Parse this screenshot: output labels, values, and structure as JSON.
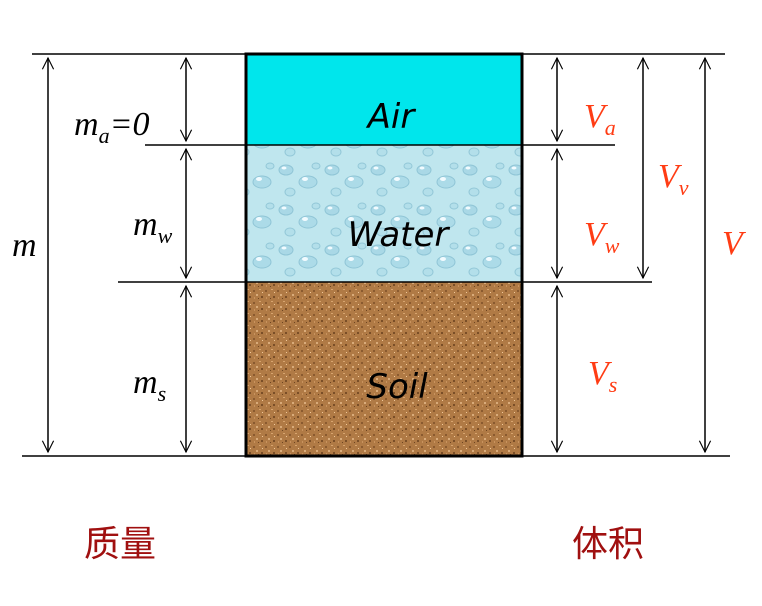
{
  "phases": {
    "air": "Air",
    "water": "Water",
    "soil": "Soil"
  },
  "mass_labels": {
    "total": {
      "symbol": "m"
    },
    "air": {
      "symbol": "m",
      "sub": "a",
      "suffix": "=0"
    },
    "water": {
      "symbol": "m",
      "sub": "w"
    },
    "soil": {
      "symbol": "m",
      "sub": "s"
    }
  },
  "volume_labels": {
    "air": {
      "symbol": "V",
      "sub": "a"
    },
    "water": {
      "symbol": "V",
      "sub": "w"
    },
    "soil": {
      "symbol": "V",
      "sub": "s"
    },
    "voids": {
      "symbol": "V",
      "sub": "v"
    },
    "total": {
      "symbol": "V"
    }
  },
  "captions": {
    "mass": "质量",
    "volume": "体积"
  },
  "colors": {
    "air": "#00e6ec",
    "water": "#bfe6ee",
    "soil": "#b07a45",
    "volume_label": "#ff3c14",
    "caption": "#a01010",
    "line": "#000000"
  }
}
